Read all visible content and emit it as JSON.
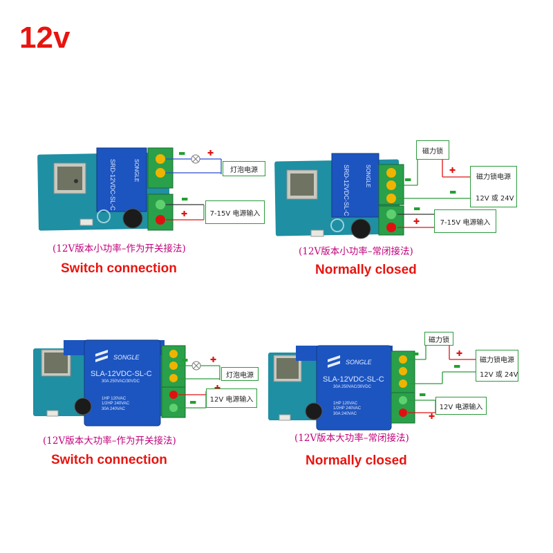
{
  "title": "12v",
  "panels": [
    {
      "cn": "(12V版本小功率–作为开关接法)",
      "en": "Switch connection",
      "relay_text": "SRD-12VDC-SL-C",
      "relay_brand": "SONGLE",
      "labels": [
        "灯泡电源",
        "7-15V 电源输入"
      ]
    },
    {
      "cn": "(12V版本小功率–常闭接法)",
      "en": "Normally closed",
      "relay_text": "SRD-12VDC-SL-C",
      "relay_brand": "SONGLE",
      "labels": [
        "磁力锁",
        "磁力锁电源",
        "12V 或 24V",
        "7-15V 电源输入"
      ]
    },
    {
      "cn": "(12V版本大功率–作为开关接法)",
      "en": "Switch connection",
      "relay_text": "SLA-12VDC-SL-C",
      "relay_brand": "SONGLE",
      "relay_specs": [
        "30A 250VAC/30VDC",
        "1HP 120VAC",
        "1/2HP 240VAC",
        "30A 240VAC"
      ],
      "labels": [
        "灯泡电源",
        "12V 电源输入"
      ]
    },
    {
      "cn": "(12V版本大功率–常闭接法)",
      "en": "Normally closed",
      "relay_text": "SLA-12VDC-SL-C",
      "relay_brand": "SONGLE",
      "relay_specs": [
        "30A 250VAC/30VDC",
        "1HP 120VAC",
        "1/2HP 240VAC",
        "30A 240VAC"
      ],
      "labels": [
        "磁力锁",
        "磁力锁电源",
        "12V 或 24V",
        "12V 电源输入"
      ]
    }
  ],
  "colors": {
    "title": "#e8140f",
    "caption_cn": "#c0007a",
    "board": "#1f8fa3",
    "relay": "#1c55c0",
    "terminal": "#2aa04a",
    "wire_blue": "#2a4ad0",
    "wire_red": "#e01010",
    "wire_green": "#2a9a3a"
  }
}
